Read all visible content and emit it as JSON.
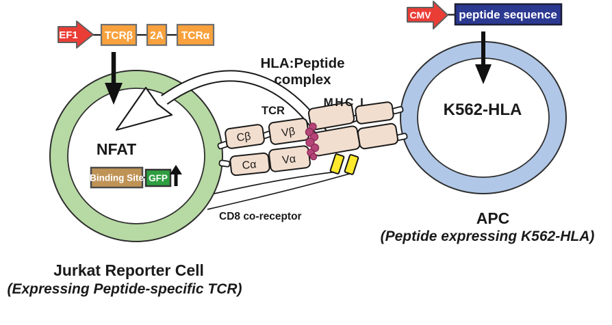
{
  "colors": {
    "promoter_red": "#ea3d36",
    "gene_orange": "#f9a13c",
    "peptide_navy": "#2b3991",
    "jurkat_membrane_green": "#b7d9a3",
    "apc_membrane_blue": "#b0c7e7",
    "domain_beige": "#f2decf",
    "peptide_magenta": "#b64577",
    "cd8_yellow": "#ffe92d",
    "binding_site_brown": "#bf9356",
    "gfp_green": "#2f9e41"
  },
  "tcr_construct": {
    "promoter": "EF1",
    "genes": [
      "TCRβ",
      "2A",
      "TCRα"
    ]
  },
  "peptide_construct": {
    "promoter": "CMV",
    "gene": "peptide sequence"
  },
  "jurkat": {
    "nfat": "NFAT",
    "binding_site": "Binding Site",
    "gfp": "GFP",
    "title": "Jurkat Reporter Cell",
    "subtitle": "(Expressing Peptide-specific TCR)"
  },
  "apc": {
    "label": "K562-HLA",
    "title": "APC",
    "subtitle": "(Peptide expressing K562-HLA)"
  },
  "complex": {
    "title_line1": "HLA:Peptide",
    "title_line2": "complex",
    "tcr": "TCR",
    "mhc": "MHC I",
    "cb": "Cβ",
    "vb": "Vβ",
    "ca": "Cα",
    "va": "Vα",
    "cd8": "CD8 co-receptor"
  }
}
